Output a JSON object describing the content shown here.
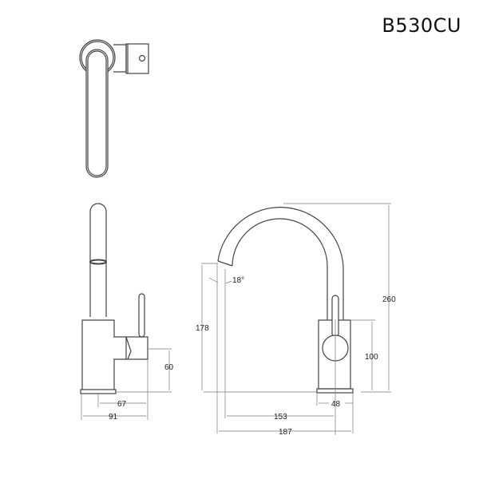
{
  "title": "B530CU",
  "side_view": {
    "dim_height": "60",
    "dim_lever_reach": "67",
    "dim_depth": "91"
  },
  "front_view": {
    "dim_spout_height": "178",
    "dim_total_height": "260",
    "dim_body_height": "100",
    "dim_base_width": "48",
    "dim_spout_reach": "153",
    "dim_total_width": "187",
    "spout_angle": "18°"
  },
  "colors": {
    "line": "#444444",
    "dimension": "#777777"
  }
}
